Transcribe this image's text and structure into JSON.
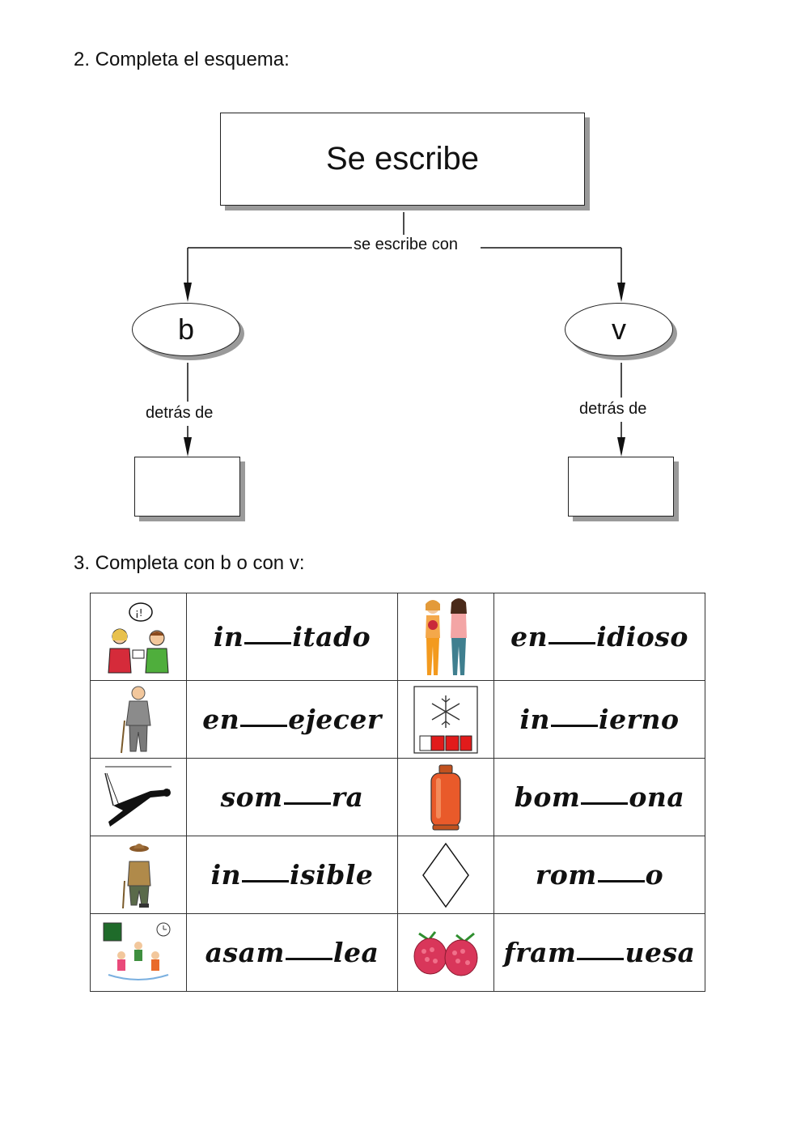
{
  "section2": {
    "heading": "2. Completa el esquema:",
    "root": "Se escribe",
    "connector_top": "se escribe con",
    "left": {
      "letter": "b",
      "connector": "detrás de",
      "answer": ""
    },
    "right": {
      "letter": "v",
      "connector": "detrás de",
      "answer": ""
    }
  },
  "section3": {
    "heading": "3. Completa con b o con v:",
    "rows": [
      {
        "left": {
          "icon": "invitation-icon",
          "before": "in",
          "after": "itado"
        },
        "right": {
          "icon": "envious-women-icon",
          "before": "en",
          "after": "idioso"
        }
      },
      {
        "left": {
          "icon": "old-man-icon",
          "before": "en",
          "after": "ejecer"
        },
        "right": {
          "icon": "winter-snowflake-icon",
          "before": "in",
          "after": "ierno"
        }
      },
      {
        "left": {
          "icon": "shadow-icon",
          "before": "som",
          "after": "ra"
        },
        "right": {
          "icon": "gas-bottle-icon",
          "before": "bom",
          "after": "ona"
        }
      },
      {
        "left": {
          "icon": "invisible-man-icon",
          "before": "in",
          "after": "isible"
        },
        "right": {
          "icon": "rhombus-icon",
          "before": "rom",
          "after": "o"
        }
      },
      {
        "left": {
          "icon": "assembly-icon",
          "before": "asam",
          "after": "lea"
        },
        "right": {
          "icon": "raspberry-icon",
          "before": "fram",
          "after": "uesa"
        }
      }
    ]
  }
}
